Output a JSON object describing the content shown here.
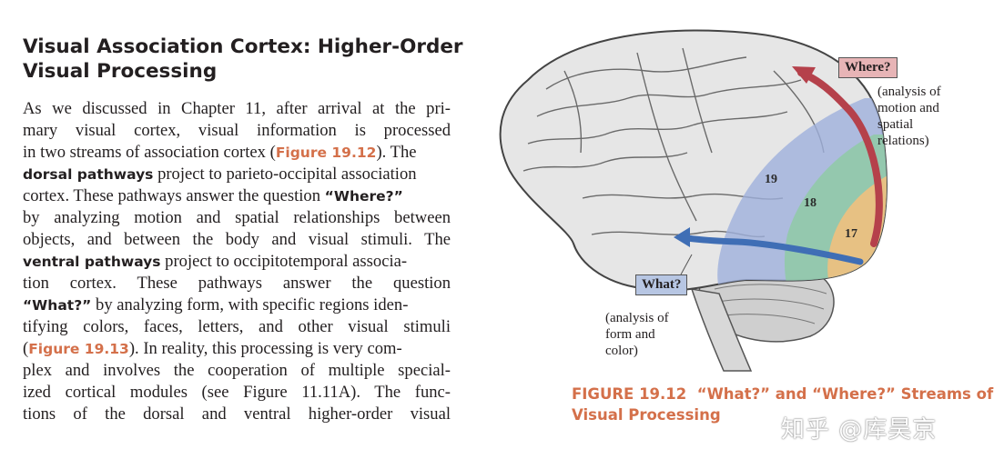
{
  "heading": {
    "line1": "Visual Association Cortex: Higher-Order",
    "line2": "Visual Processing"
  },
  "body": {
    "l1": "As we discussed in Chapter 11, after arrival at the pri-",
    "l2": "mary visual cortex, visual information is processed",
    "l3a": "in two streams of association cortex (",
    "l3ref": "Figure 19.12",
    "l3b": "). The",
    "l4b": "dorsal pathways",
    "l4": " project to parieto-occipital association",
    "l5": "cortex. These pathways answer the question ",
    "l5b": "“Where?”",
    "l6": "by analyzing motion and spatial relationships between",
    "l7": "objects, and between the body and visual stimuli. The",
    "l8b": "ventral pathways",
    "l8": " project to occipitotemporal associa-",
    "l9": "tion cortex. These pathways answer the question",
    "l10b": "“What?”",
    "l10": " by analyzing form, with specific regions iden-",
    "l11": "tifying colors, faces, letters, and other visual stimuli",
    "l12a": "(",
    "l12ref": "Figure 19.13",
    "l12b": "). In reality, this processing is very com-",
    "l13": "plex and involves the cooperation of multiple special-",
    "l14": "ized cortical modules (see Figure 11.11A). The func-",
    "l15": "tions of the dorsal and ventral higher-order visual"
  },
  "figure": {
    "where_label": "Where?",
    "where_note": [
      "(analysis of",
      "motion and",
      "spatial",
      "relations)"
    ],
    "what_label": "What?",
    "what_note": [
      "(analysis of",
      "form and",
      "color)"
    ],
    "areas": [
      "19",
      "18",
      "17"
    ],
    "colors": {
      "area19": "#9fb0dc",
      "area18": "#8fcaa6",
      "area17": "#f0c07e",
      "dorsal_arrow": "#b5414b",
      "ventral_arrow": "#3f6eb5",
      "caption": "#d4704a"
    }
  },
  "caption": {
    "line1": "FIGURE 19.12  “What?” and “Where?” Streams of",
    "line2": "Visual Processing"
  },
  "watermark": "知乎 @库昊京"
}
